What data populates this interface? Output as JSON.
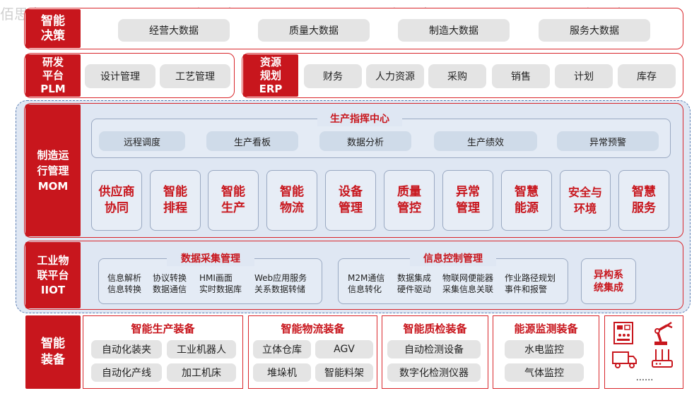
{
  "watermark": "佰思杰",
  "decision": {
    "label": "智能\n决策",
    "items": [
      "经营大数据",
      "质量大数据",
      "制造大数据",
      "服务大数据"
    ]
  },
  "plm": {
    "label": "研发\n平台\nPLM",
    "items": [
      "设计管理",
      "工艺管理"
    ]
  },
  "erp": {
    "label": "资源\n规划\nERP",
    "items": [
      "财务",
      "人力资源",
      "采购",
      "销售",
      "计划",
      "库存"
    ]
  },
  "mom": {
    "label": "制造运\n行管理\nMOM",
    "command_center": {
      "title": "生产指挥中心",
      "items": [
        "远程调度",
        "生产看板",
        "数据分析",
        "生产绩效",
        "异常预警"
      ]
    },
    "modules": [
      "供应商\n协同",
      "智能\n排程",
      "智能\n生产",
      "智能\n物流",
      "设备\n管理",
      "质量\n管控",
      "异常\n管理",
      "智慧\n能源",
      "安全与\n环境",
      "智慧\n服务"
    ]
  },
  "iiot": {
    "label": "工业物\n联平台\nIIOT",
    "data_collection": {
      "title": "数据采集管理",
      "columns": [
        "信息解析\n信息转换",
        "协议转换\n数据通信",
        "HMI画面\n实时数据库",
        "Web应用服务\n关系数据转储"
      ]
    },
    "info_control": {
      "title": "信息控制管理",
      "columns": [
        "M2M通信\n信息转化",
        "数据集成\n硬件驱动",
        "物联网便能器\n采集信息关联",
        "作业路径规划\n事件和报警"
      ]
    },
    "heterogeneous": "异构系\n统集成"
  },
  "equipment": {
    "label": "智能\n装备",
    "groups": [
      {
        "title": "智能生产装备",
        "items": [
          "自动化装夹",
          "工业机器人",
          "自动化产线",
          "加工机床"
        ]
      },
      {
        "title": "智能物流装备",
        "items": [
          "立体仓库",
          "AGV",
          "堆垛机",
          "智能料架"
        ]
      },
      {
        "title": "智能质检装备",
        "items": [
          "自动检测设备",
          "数字化检测仪器"
        ]
      },
      {
        "title": "能源监测装备",
        "items": [
          "水电监控",
          "气体监控"
        ]
      }
    ],
    "icons": [
      "control-panel-icon",
      "robot-arm-icon",
      "truck-icon",
      "router-icon"
    ],
    "ellipsis": "......"
  },
  "colors": {
    "brand_red": "#c8161d",
    "module_blue": "#e7edf6",
    "pill_gray": "#e4e4e4"
  }
}
